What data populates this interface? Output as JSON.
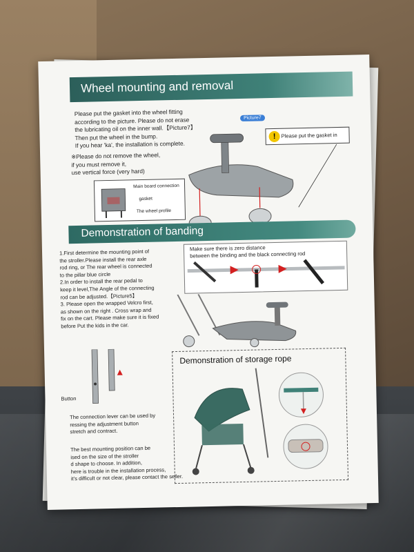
{
  "sheet": {
    "title": "Wheel mounting and removal",
    "intro_lines": [
      "Please put the gasket into the wheel fitting",
      "according to the picture. Please do not erase",
      "the lubricating oil on the inner wall.【Picture7】",
      "Then put the wheel in the bump.",
      "If you hear 'ka', the installation is complete."
    ],
    "removal_lines": [
      "※Please do not remove the wheel,",
      "if you must remove it,",
      "use vertical force (very hard)"
    ],
    "picture_badge": "Picture7",
    "gasket_callout": "Please put the gasket in",
    "labels": {
      "main_board": "Main board connection",
      "gasket": "gasket",
      "wheel_profile": "The wheel profile"
    },
    "banding_title": "Demonstration of banding",
    "banding_steps": [
      "1.First determine the mounting point of",
      "the stroller.Please install the rear axle",
      "rod ring, or The rear wheel is connected",
      "to the pillar blue circle",
      "2.In order to install the rear pedal to",
      "keep it level,The Angle of the connecting",
      "rod can be adjusted.【Picture5】",
      "3. Please open the wrapped Velcro first,",
      "as shown on the right . Cross wrap and",
      "fix on the cart. Please make sure it is fixed",
      "before Put the kids in the car."
    ],
    "zero_distance_lines": [
      "Make sure there is zero distance",
      "between the binding and the black connecting rod"
    ],
    "button_label": "Button",
    "lever_lines": [
      "The connection lever can be used by",
      "ressing the adjustment button",
      "stretch and contract."
    ],
    "position_lines": [
      "The best mounting position can be",
      "ised on the size of the stroller",
      "d shape to choose. In addition,",
      "here is trouble in the installation process,",
      "it's difficult or not clear, please contact the seller."
    ],
    "storage_title": "Demonstration of storage rope"
  },
  "colors": {
    "teal": "#3f8178",
    "badge_blue": "#3b7fd6",
    "warning_yellow": "#f2c600",
    "arrow_red": "#d32020"
  }
}
